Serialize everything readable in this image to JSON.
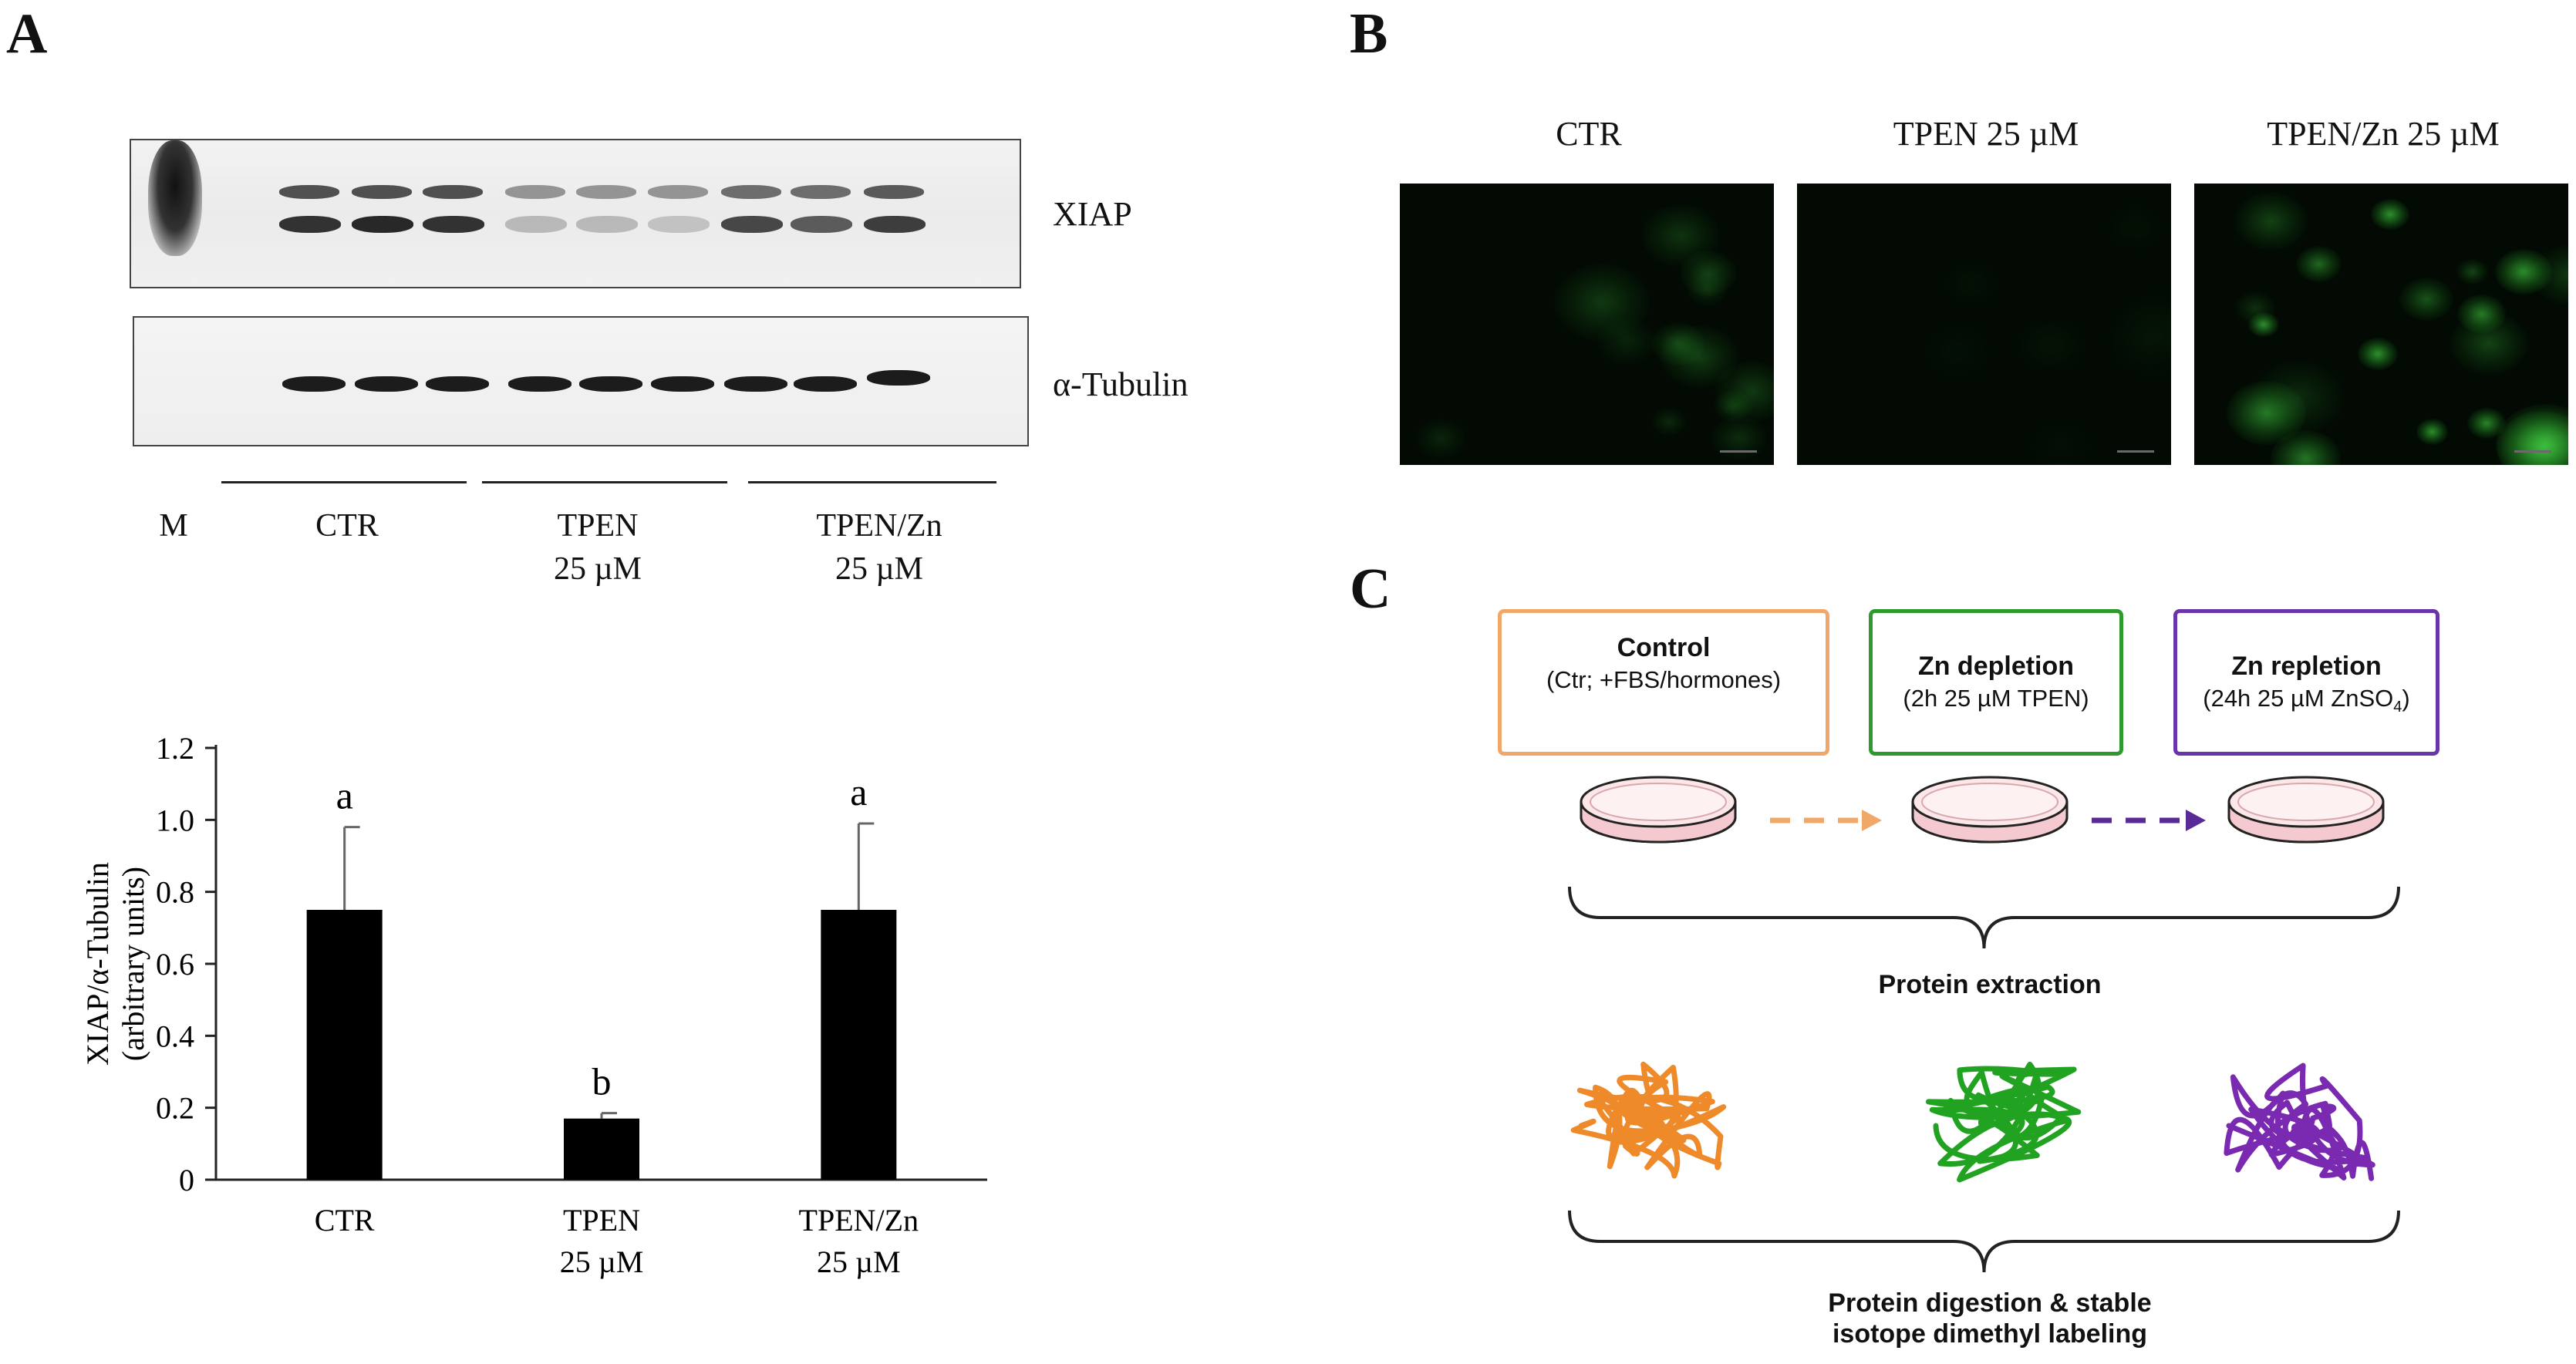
{
  "panels": {
    "a": "A",
    "b": "B",
    "c": "C"
  },
  "western_blot": {
    "bands": [
      {
        "name": "XIAP"
      },
      {
        "name": "α-Tubulin"
      }
    ],
    "marker_label": "M",
    "groups": [
      {
        "line1": "CTR",
        "line2": ""
      },
      {
        "line1": "TPEN",
        "line2": "25 µM"
      },
      {
        "line1": "TPEN/Zn",
        "line2": "25 µM"
      }
    ]
  },
  "chart_data": {
    "type": "bar",
    "categories": [
      {
        "line1": "CTR",
        "line2": ""
      },
      {
        "line1": "TPEN",
        "line2": "25 µM"
      },
      {
        "line1": "TPEN/Zn",
        "line2": "25 µM"
      }
    ],
    "values": [
      0.75,
      0.17,
      0.75
    ],
    "errors": [
      0.23,
      0.015,
      0.24
    ],
    "significance": [
      "a",
      "b",
      "a"
    ],
    "ylabel_line1": "XIAP/α-Tubulin",
    "ylabel_line2": "(arbitrary units)",
    "ylim": [
      0,
      1.2
    ],
    "yticks": [
      0,
      0.2,
      0.4,
      0.6,
      0.8,
      1.0,
      1.2
    ],
    "ytick_labels": [
      "0",
      "0.2",
      "0.4",
      "0.6",
      "0.8",
      "1.0",
      "1.2"
    ],
    "bar_color": "#000000"
  },
  "fluorescence": {
    "titles": [
      "CTR",
      "TPEN 25 µM",
      "TPEN/Zn 25 µM"
    ],
    "signal_levels": [
      0.45,
      0.08,
      0.9
    ],
    "signal_color": "#38d13a"
  },
  "workflow": {
    "steps": [
      {
        "title": "Control",
        "detail": "(Ctr; +FBS/hormones)",
        "color": "#f0a868"
      },
      {
        "title": "Zn depletion",
        "detail": "(2h 25 µM TPEN)",
        "color": "#2e9a2e"
      },
      {
        "title": "Zn repletion",
        "detail": "(24h 25 µM ZnSO",
        "detail_sub": "4",
        "detail_end": ")",
        "color": "#6a35a8"
      }
    ],
    "extraction_label": "Protein extraction",
    "digestion_line1": "Protein digestion & stable",
    "digestion_line2": "isotope dimethyl labeling",
    "arrow_colors": [
      "#f0a868",
      "#5a2a96"
    ],
    "protein_colors": [
      "#ee8a2a",
      "#21a321",
      "#7a2ab0"
    ]
  }
}
